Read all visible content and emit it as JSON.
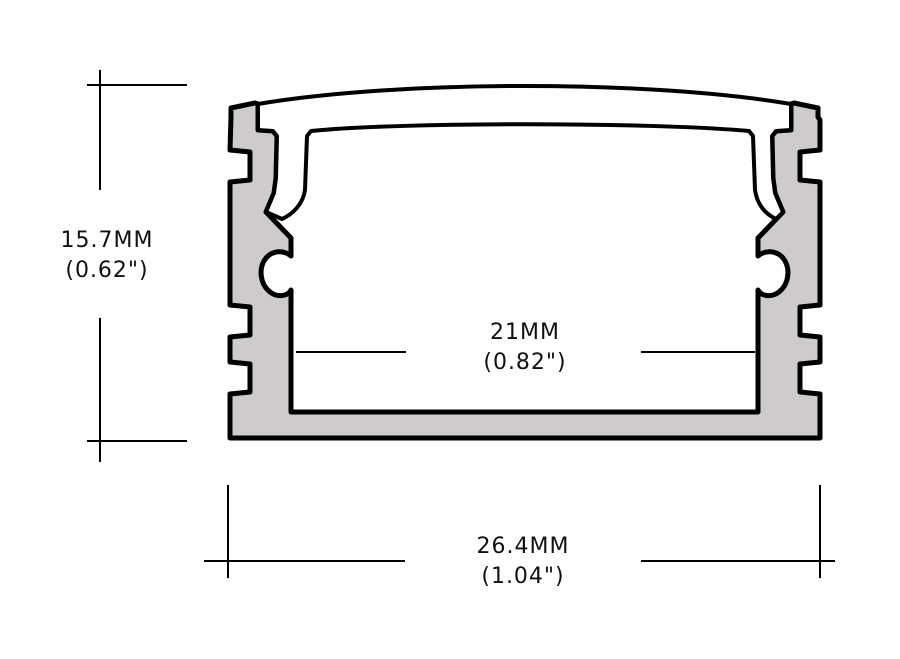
{
  "diagram": {
    "type": "aluminum LED profile cross-section with diffuser",
    "colors": {
      "profile_fill": "#cdcbcb",
      "stroke": "#000000",
      "background": "#ffffff"
    },
    "dimensions": {
      "height": {
        "metric": "15.7MM",
        "imperial": "(0.62\")"
      },
      "inner_width": {
        "metric": "21MM",
        "imperial": "(0.82\")"
      },
      "outer_width": {
        "metric": "26.4MM",
        "imperial": "(1.04\")"
      }
    }
  }
}
